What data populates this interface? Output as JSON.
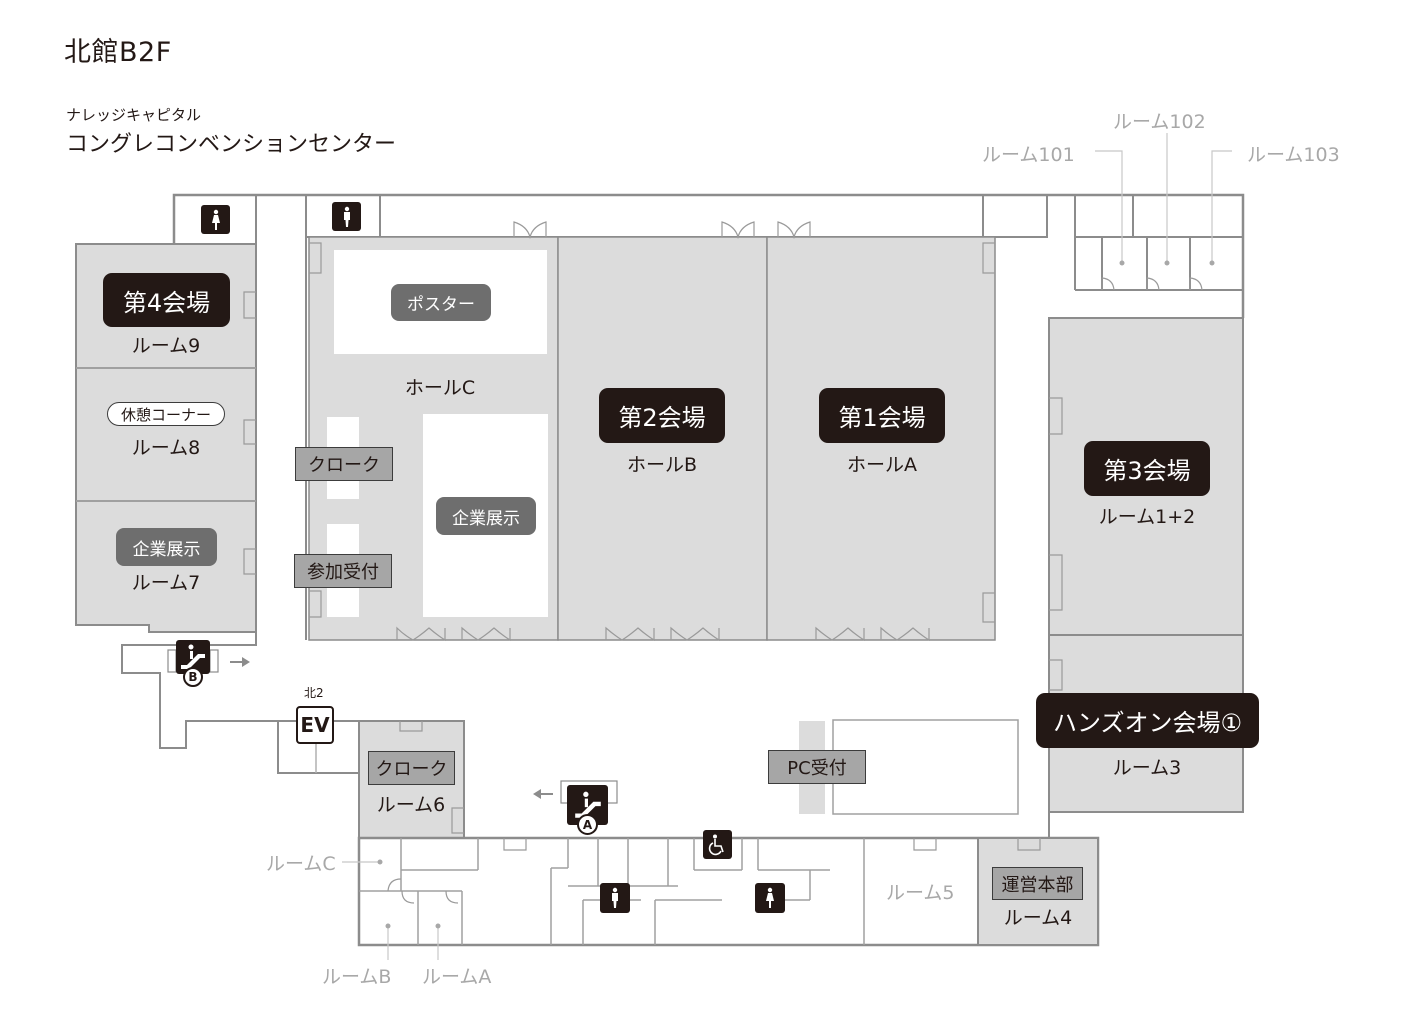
{
  "header": {
    "floor_title": "北館B2F",
    "venue_subtitle": "ナレッジキャピタル",
    "venue_name": "コングレコンベンションセンター"
  },
  "colors": {
    "hall_fill": "#dcdcdc",
    "wall": "#8c8c8c",
    "venue_tag": "#231815",
    "function_tag": "#6e6e6e",
    "service_tag": "#a6a6a6",
    "minor_room_label": "#a8a8a8"
  },
  "venues": [
    {
      "tag": "第4会場",
      "room": "ルーム9"
    },
    {
      "tag": "第2会場",
      "room": "ホールB"
    },
    {
      "tag": "第1会場",
      "room": "ホールA"
    },
    {
      "tag": "第3会場",
      "room": "ルーム1+2"
    },
    {
      "tag": "ハンズオン会場①",
      "room": "ルーム3"
    }
  ],
  "rooms": {
    "room8": {
      "tag": "休憩コーナー",
      "name": "ルーム8"
    },
    "room7": {
      "tag": "企業展示",
      "name": "ルーム7"
    },
    "hallC": {
      "name": "ホールC",
      "poster_tag": "ポスター",
      "exhibit_tag": "企業展示",
      "cloak_tag": "クローク",
      "reception_tag": "参加受付"
    },
    "room6": {
      "tag": "クローク",
      "name": "ルーム6"
    },
    "room4": {
      "tag": "運営本部",
      "name": "ルーム4"
    },
    "room5": {
      "name": "ルーム5"
    },
    "pc_reception": {
      "tag": "PC受付"
    }
  },
  "minor_rooms": {
    "r101": "ルーム101",
    "r102": "ルーム102",
    "r103": "ルーム103",
    "rC": "ルームC",
    "rB": "ルームB",
    "rA": "ルームA"
  },
  "facilities": {
    "elevator": {
      "label": "EV",
      "name": "北2"
    },
    "escalator_a": {
      "badge": "A"
    },
    "escalator_b": {
      "badge": "B"
    }
  }
}
